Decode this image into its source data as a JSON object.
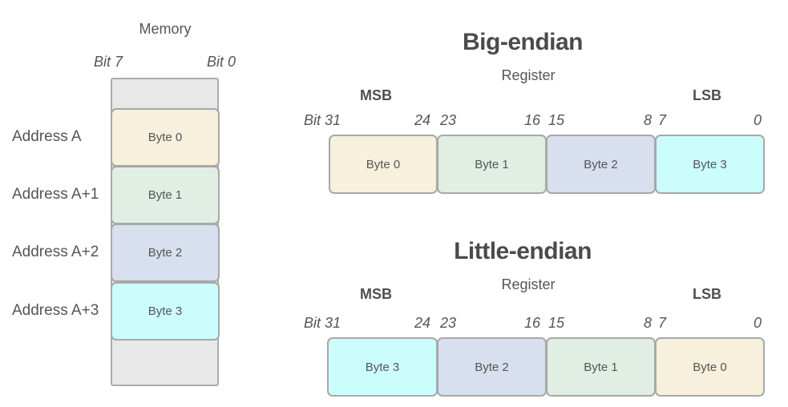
{
  "memory": {
    "title": "Memory",
    "bit_left": "Bit 7",
    "bit_right": "Bit 0",
    "rows": [
      {
        "address": "Address A",
        "byte": "Byte 0",
        "color": "#f6f0dc"
      },
      {
        "address": "Address A+1",
        "byte": "Byte 1",
        "color": "#e1eee3"
      },
      {
        "address": "Address A+2",
        "byte": "Byte 2",
        "color": "#d8dfee"
      },
      {
        "address": "Address A+3",
        "byte": "Byte 3",
        "color": "#ccfdfd"
      }
    ],
    "empty_color": "#e8e8e8"
  },
  "big_endian": {
    "title": "Big-endian",
    "subtitle": "Register",
    "msb": "MSB",
    "lsb": "LSB",
    "bits": [
      "Bit 31",
      "24",
      "23",
      "16",
      "15",
      "8",
      "7",
      "0"
    ],
    "cells": [
      {
        "label": "Byte 0",
        "color": "#f6f0dc"
      },
      {
        "label": "Byte 1",
        "color": "#e1eee3"
      },
      {
        "label": "Byte 2",
        "color": "#d8dfee"
      },
      {
        "label": "Byte 3",
        "color": "#ccfdfd"
      }
    ]
  },
  "little_endian": {
    "title": "Little-endian",
    "subtitle": "Register",
    "msb": "MSB",
    "lsb": "LSB",
    "bits": [
      "Bit 31",
      "24",
      "23",
      "16",
      "15",
      "8",
      "7",
      "0"
    ],
    "cells": [
      {
        "label": "Byte 3",
        "color": "#ccfdfd"
      },
      {
        "label": "Byte 2",
        "color": "#d8dfee"
      },
      {
        "label": "Byte 1",
        "color": "#e1eee3"
      },
      {
        "label": "Byte 0",
        "color": "#f6f0dc"
      }
    ]
  }
}
